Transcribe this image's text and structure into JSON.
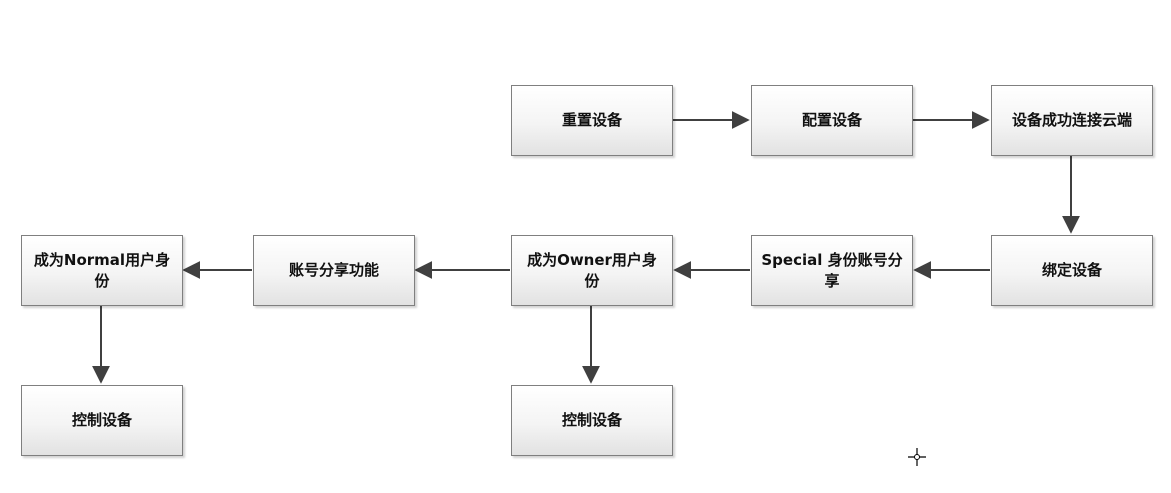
{
  "diagram": {
    "nodes": {
      "reset_device": "重置设备",
      "configure_device": "配置设备",
      "device_connected_cloud": "设备成功连接云端",
      "bind_device": "绑定设备",
      "special_share": "Special 身份账号分享",
      "become_owner": "成为Owner用户身份",
      "share_feature": "账号分享功能",
      "become_normal": "成为Normal用户身份",
      "control_device_owner": "控制设备",
      "control_device_normal": "控制设备"
    },
    "edge_color": "#404040",
    "node_border_color": "#7f7f7f"
  }
}
